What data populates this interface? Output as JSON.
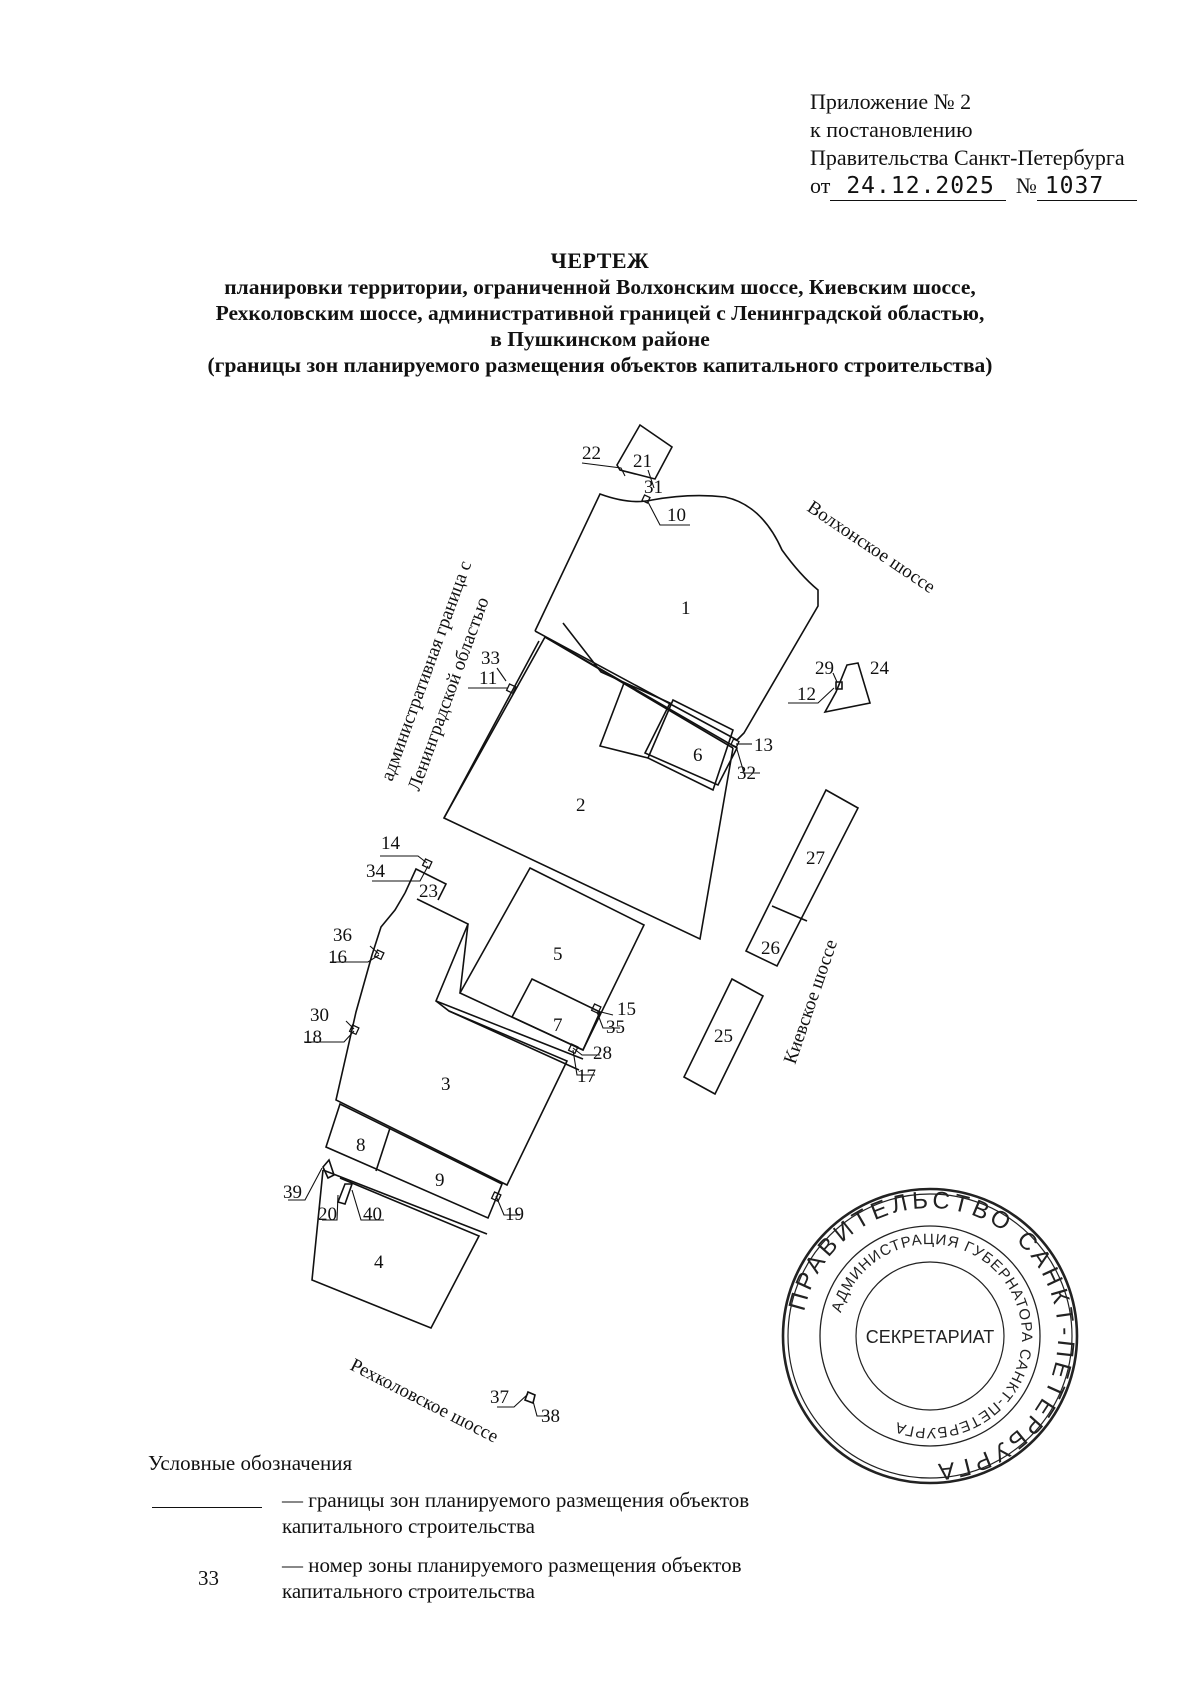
{
  "header": {
    "line1": "Приложение № 2",
    "line2": "к постановлению",
    "line3": "Правительства Санкт-Петербурга",
    "date_prefix": "от",
    "date": "24.12.2025",
    "number_prefix": "№",
    "number": "1037"
  },
  "title": {
    "main": "ЧЕРТЕЖ",
    "line1": "планировки территории, ограниченной Волхонским шоссе, Киевским шоссе,",
    "line2": "Рехколовским шоссе, административной границей с Ленинградской областью,",
    "line3": "в Пушкинском районе",
    "line4": "(границы зон планируемого размещения объектов капитального строительства)"
  },
  "map": {
    "road_labels": {
      "volkhonskoe": "Волхонское шоссе",
      "kievskoe": "Киевское шоссе",
      "rekhkolovskoe": "Рехколовское шоссе",
      "boundary_line1": "административная граница с",
      "boundary_line2": "Ленинградской областью"
    },
    "zones": [
      "1",
      "2",
      "3",
      "4",
      "5",
      "6",
      "7",
      "8",
      "9",
      "10",
      "11",
      "12",
      "13",
      "14",
      "15",
      "16",
      "17",
      "18",
      "19",
      "20",
      "21",
      "22",
      "23",
      "24",
      "25",
      "26",
      "27",
      "28",
      "29",
      "30",
      "31",
      "32",
      "33",
      "34",
      "35",
      "36",
      "37",
      "38",
      "39",
      "40"
    ]
  },
  "stamp": {
    "outer_text": "ПРАВИТЕЛЬСТВО САНКТ-ПЕТЕРБУРГА",
    "inner_text": "АДМИНИСТРАЦИЯ ГУБЕРНАТОРА САНКТ-ПЕТЕРБУРГА",
    "center": "СЕКРЕТАРИАТ"
  },
  "legend": {
    "title": "Условные обозначения",
    "item1_line1": "— границы зон планируемого размещения объектов",
    "item1_line2": "капитального строительства",
    "item2_sample": "33",
    "item2_line1": "— номер зоны планируемого размещения объектов",
    "item2_line2": "капитального строительства"
  }
}
